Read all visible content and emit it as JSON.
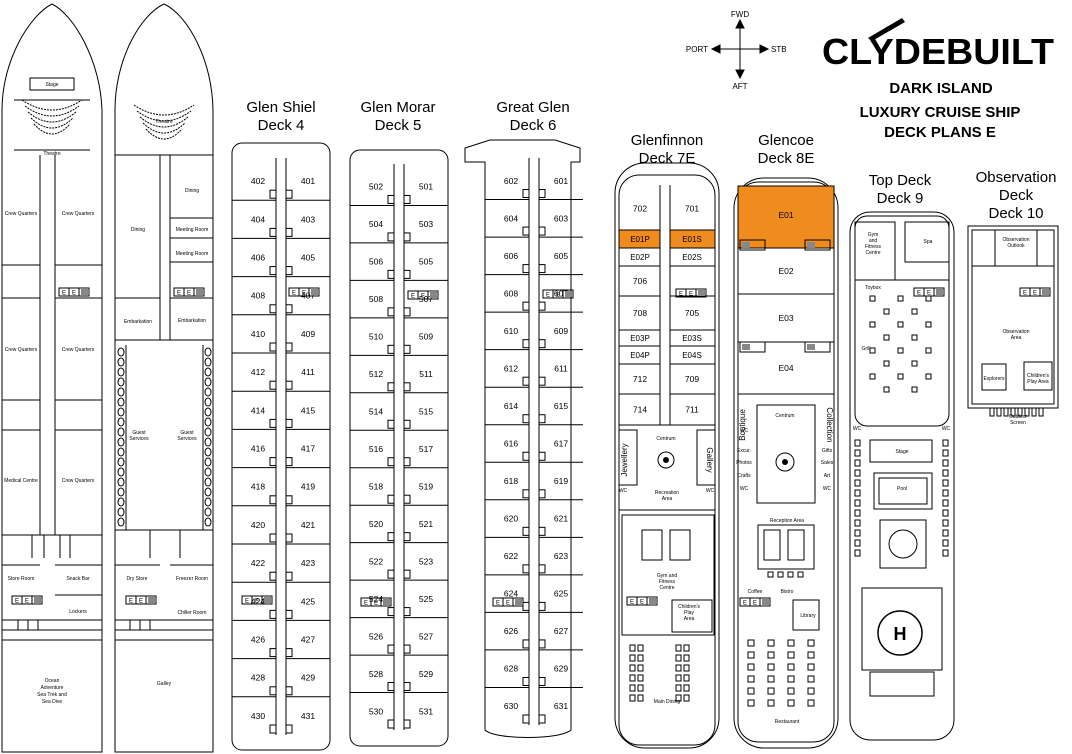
{
  "brand": {
    "name": "CLYDEBUILT",
    "ship": "DARK ISLAND",
    "line1": "LUXURY CRUISE SHIP",
    "line2": "DECK PLANS E"
  },
  "compass": {
    "fwd": "FWD",
    "aft": "AFT",
    "port": "PORT",
    "stb": "STB"
  },
  "decks": {
    "d4": {
      "name": "Glen Shiel",
      "deck": "Deck 4"
    },
    "d5": {
      "name": "Glen Morar",
      "deck": "Deck 5"
    },
    "d6": {
      "name": "Great Glen",
      "deck": "Deck 6"
    },
    "d7": {
      "name": "Glenfinnon",
      "deck": "Deck 7E"
    },
    "d8": {
      "name": "Glencoe",
      "deck": "Deck 8E"
    },
    "d9": {
      "name": "Top Deck",
      "deck": "Deck 9"
    },
    "d10": {
      "name1": "Observation",
      "name2": "Deck",
      "deck": "Deck 10"
    }
  },
  "cabins": {
    "d4": {
      "left": [
        "402",
        "404",
        "406",
        "408",
        "410",
        "412",
        "414",
        "416",
        "418",
        "420",
        "422",
        "424",
        "426",
        "428",
        "430"
      ],
      "right": [
        "401",
        "403",
        "405",
        "407",
        "409",
        "411",
        "415",
        "417",
        "419",
        "421",
        "423",
        "425",
        "427",
        "429",
        "431"
      ]
    },
    "d5": {
      "left": [
        "502",
        "504",
        "506",
        "508",
        "510",
        "512",
        "514",
        "516",
        "518",
        "520",
        "522",
        "524",
        "526",
        "528",
        "530"
      ],
      "right": [
        "501",
        "503",
        "505",
        "507",
        "509",
        "511",
        "515",
        "517",
        "519",
        "521",
        "523",
        "525",
        "527",
        "529",
        "531"
      ]
    },
    "d6": {
      "left": [
        "602",
        "604",
        "606",
        "608",
        "610",
        "612",
        "614",
        "616",
        "618",
        "620",
        "622",
        "624",
        "626",
        "628",
        "630"
      ],
      "right": [
        "601",
        "603",
        "605",
        "607",
        "609",
        "611",
        "615",
        "617",
        "619",
        "621",
        "623",
        "625",
        "627",
        "629",
        "631"
      ]
    },
    "d7": {
      "left": [
        "702",
        "E01P",
        "E02P",
        "706",
        "708",
        "E03P",
        "E04P",
        "712",
        "714"
      ],
      "right": [
        "701",
        "E01S",
        "E02S",
        "",
        "705",
        "E03S",
        "E04S",
        "709",
        "711"
      ]
    },
    "d8": [
      "E01",
      "E02",
      "E03",
      "E04"
    ]
  },
  "elev": "E",
  "labels": {
    "stage": "Stage",
    "theatre": "Theatre",
    "theatre2": "Theatre",
    "crewQ": "Crew Quarters",
    "medical": "Medical Centre",
    "store": "Store Room",
    "snack": "Snack Bar",
    "lockers": "Lockers",
    "ocean1": "Ocean",
    "ocean2": "Adventure",
    "ocean3": "Sea Trek and",
    "ocean4": "Sea Dive",
    "dining": "Dining",
    "meeting": "Meeting Room",
    "embark": "Embarkation",
    "guest1": "Guest",
    "guest2": "Services",
    "dry": "Dry Store",
    "freezer": "Freezer Room",
    "chiller": "Chiller Room",
    "galley": "Galley",
    "jewellery": "Jewellery",
    "gallery": "Gallery",
    "centrum": "Centrum",
    "wc": "WC",
    "recreation1": "Recreation",
    "recreation2": "Area",
    "gym1": "Gym and",
    "gym2": "Fitness",
    "gym3": "Centre",
    "child1": "Children's",
    "child2": "Play",
    "child3": "Area",
    "mainDining": "Main Dining",
    "boutique": "Boutique",
    "collection": "Collection",
    "excur": "Excur.",
    "photos": "Photos",
    "crafts": "Crafts",
    "gifts": "Gifts",
    "sales": "Sales",
    "art": "Art",
    "reception": "Reception Area",
    "coffee": "Coffee",
    "bistro": "Bistro",
    "library": "Library",
    "restaurant": "Restaurant",
    "gymB1": "Gym",
    "gymB2": "and",
    "gymB3": "Fitness",
    "gymB4": "Centre",
    "spa": "Spa",
    "toybox": "Toybox",
    "grill": "Grill",
    "pool": "Pool",
    "heli": "H",
    "obsOut1": "Observation",
    "obsOut2": "Outlook",
    "obsArea1": "Observation",
    "obsArea2": "Area",
    "explorers": "Explorers",
    "playA": "Children's",
    "playB": "Play Area",
    "screen1": "Outdoor",
    "screen2": "Screen"
  },
  "colors": {
    "line": "#000000",
    "suite": "#f08c1e",
    "hatch": "#888888"
  }
}
